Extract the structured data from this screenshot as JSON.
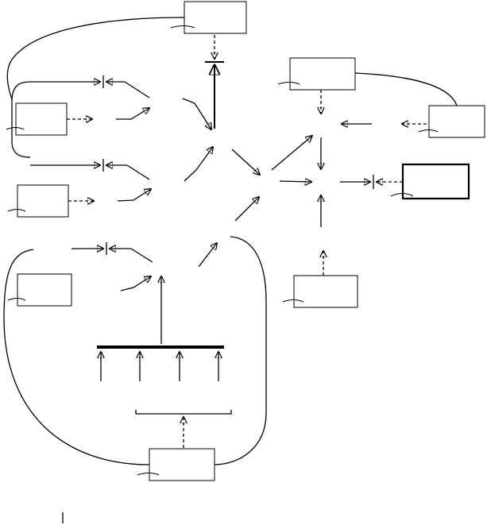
{
  "diagram": {
    "documents": [
      {
        "id": "doc-top",
        "label": ""
      },
      {
        "id": "doc-left-1",
        "label": ""
      },
      {
        "id": "doc-left-2",
        "label": ""
      },
      {
        "id": "doc-left-3",
        "label": ""
      },
      {
        "id": "doc-right-top",
        "label": ""
      },
      {
        "id": "doc-right-side",
        "label": ""
      },
      {
        "id": "doc-output",
        "label": ""
      },
      {
        "id": "doc-right-bottom",
        "label": ""
      },
      {
        "id": "doc-bottom",
        "label": ""
      }
    ],
    "nodes": [],
    "connector_style": {
      "solid": "#000000",
      "dashed": "#000000"
    }
  }
}
